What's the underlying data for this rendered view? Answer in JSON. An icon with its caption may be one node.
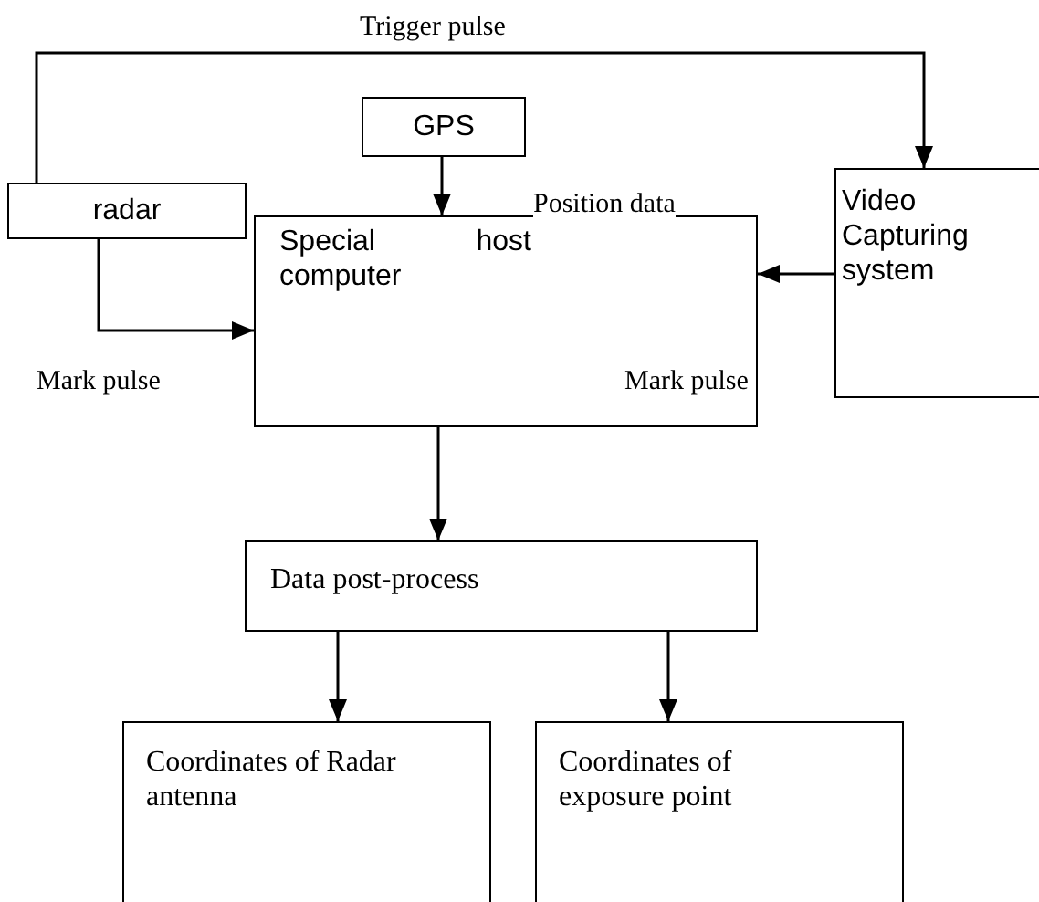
{
  "diagram": {
    "nodes": [
      {
        "text": [
          "radar"
        ]
      },
      {
        "text": [
          "GPS"
        ]
      },
      {
        "text": [
          "Video Capturing system"
        ]
      },
      {
        "text": [
          "Special host computer"
        ]
      },
      {
        "text": [
          "Data post-process"
        ]
      },
      {
        "text": [
          "Coordinates of Radar antenna"
        ]
      },
      {
        "text": [
          "Coordinates of exposure point"
        ]
      }
    ],
    "edges": [
      {
        "from": 0,
        "to": 2,
        "arrow": "to",
        "label": "Trigger pulse"
      },
      {
        "from": 0,
        "to": 3,
        "arrow": "to",
        "label": "Mark pulse"
      },
      {
        "from": 1,
        "to": 3,
        "arrow": "to",
        "label": "Position data"
      },
      {
        "from": 2,
        "to": 3,
        "arrow": "to",
        "label": "Mark pulse"
      },
      {
        "from": 3,
        "to": 4,
        "arrow": "to"
      },
      {
        "from": 4,
        "to": 5,
        "arrow": "to"
      },
      {
        "from": 4,
        "to": 6,
        "arrow": "to"
      }
    ]
  }
}
